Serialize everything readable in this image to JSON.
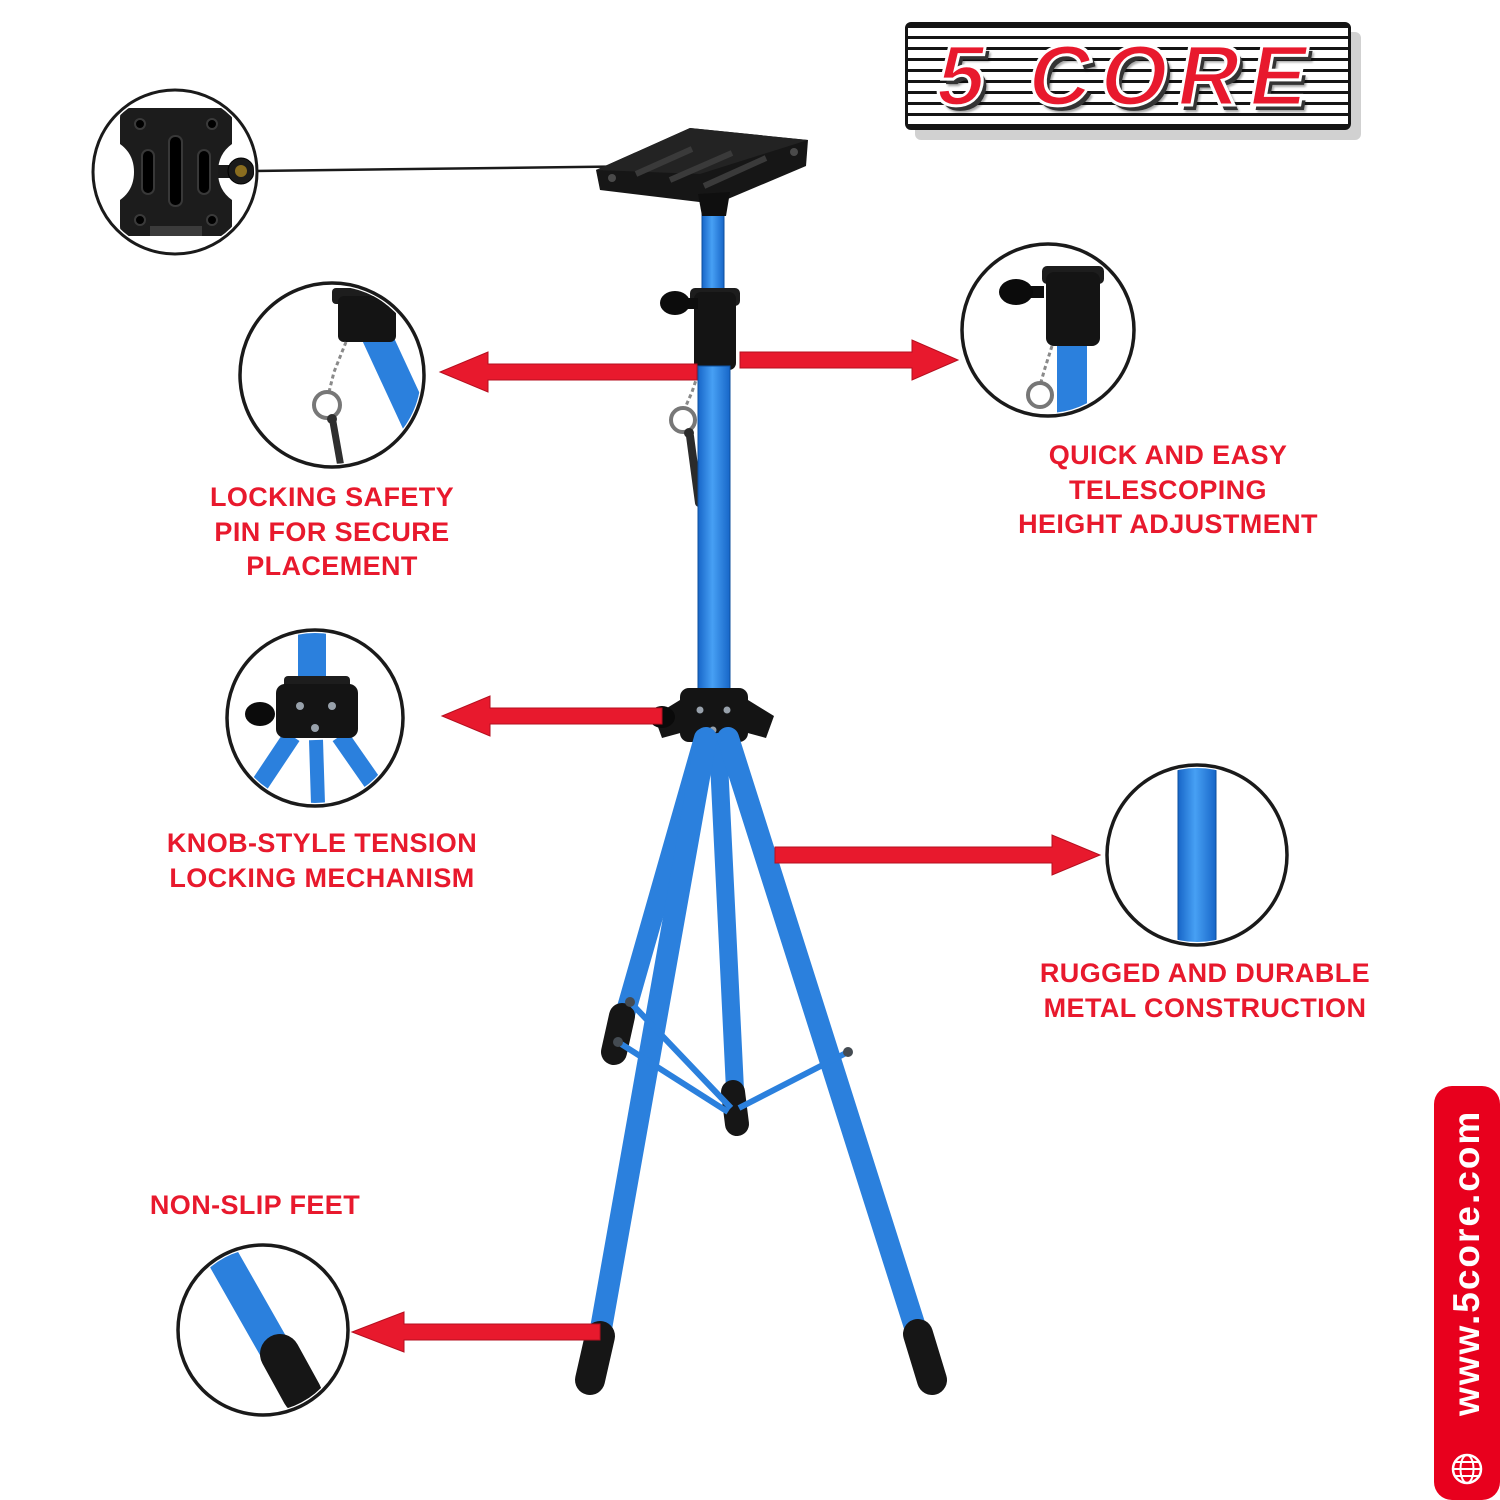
{
  "brand": {
    "logo_text": "5 CORE",
    "website": "www.5core.com"
  },
  "colors": {
    "accent_red": "#e8192d",
    "ribbon_red": "#e8001d",
    "pole_blue": "#2b80dd",
    "fitting_black": "#141414"
  },
  "callouts": {
    "safety_pin": "LOCKING SAFETY\nPIN FOR SECURE\nPLACEMENT",
    "telescoping": "QUICK AND EASY\nTELESCOPING\nHEIGHT ADJUSTMENT",
    "tension_knob": "KNOB-STYLE TENSION\nLOCKING MECHANISM",
    "construction": "RUGGED AND DURABLE\nMETAL CONSTRUCTION",
    "non_slip_feet": "NON-SLIP FEET"
  }
}
